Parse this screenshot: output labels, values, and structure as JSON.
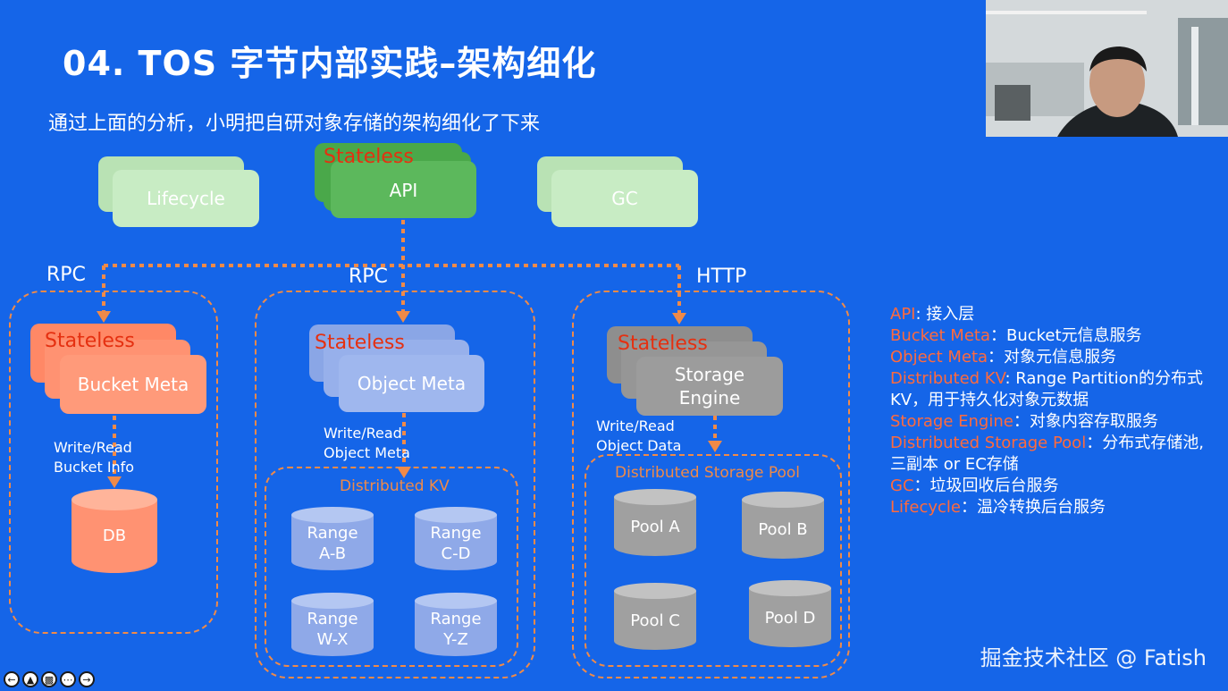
{
  "slide": {
    "title": "04. TOS 字节内部实践–架构细化",
    "subtitle": "通过上面的分析，小明把自研对象存储的架构细化了下来"
  },
  "top": {
    "lifecycle": "Lifecycle",
    "api_stateless": "Stateless",
    "api": "API",
    "gc": "GC"
  },
  "protocols": {
    "left": "RPC",
    "middle": "RPC",
    "right": "HTTP"
  },
  "bucket": {
    "stateless": "Stateless",
    "label": "Bucket Meta",
    "note": "Write/Read\nBucket Info",
    "db": "DB"
  },
  "object": {
    "stateless": "Stateless",
    "label": "Object Meta",
    "note": "Write/Read\nObject Meta",
    "kv_title": "Distributed KV",
    "ranges": [
      "Range\nA-B",
      "Range\nC-D",
      "Range\nW-X",
      "Range\nY-Z"
    ]
  },
  "storage": {
    "stateless": "Stateless",
    "label": "Storage\nEngine",
    "note": "Write/Read\nObject Data",
    "pool_title": "Distributed Storage Pool",
    "pools": [
      "Pool A",
      "Pool B",
      "Pool C",
      "Pool D"
    ]
  },
  "legend": {
    "l1_key": "API",
    "l1_val": ": 接入层",
    "l2_key": "Bucket Meta",
    "l2_val": "：Bucket元信息服务",
    "l3_key": "Object Meta",
    "l3_val": "：对象元信息服务",
    "l4_key": "Distributed KV",
    "l4_val": ": Range Partition的分布式",
    "l4_cont": "KV，用于持久化对象元数据",
    "l5_key": "Storage Engine",
    "l5_val": "：对象内容存取服务",
    "l6_key": "Distributed Storage Pool",
    "l6_val": "：分布式存储池,",
    "l6_cont": "三副本 or EC存储",
    "l7_key": "GC",
    "l7_val": "：垃圾回收后台服务",
    "l8_key": "Lifecycle",
    "l8_val": "：温冷转换后台服务"
  },
  "watermark": "掘金技术社区 @ Fatish",
  "colors": {
    "background": "#1565e8",
    "accent_orange": "#f08a48",
    "stateless_red": "#e53010"
  }
}
